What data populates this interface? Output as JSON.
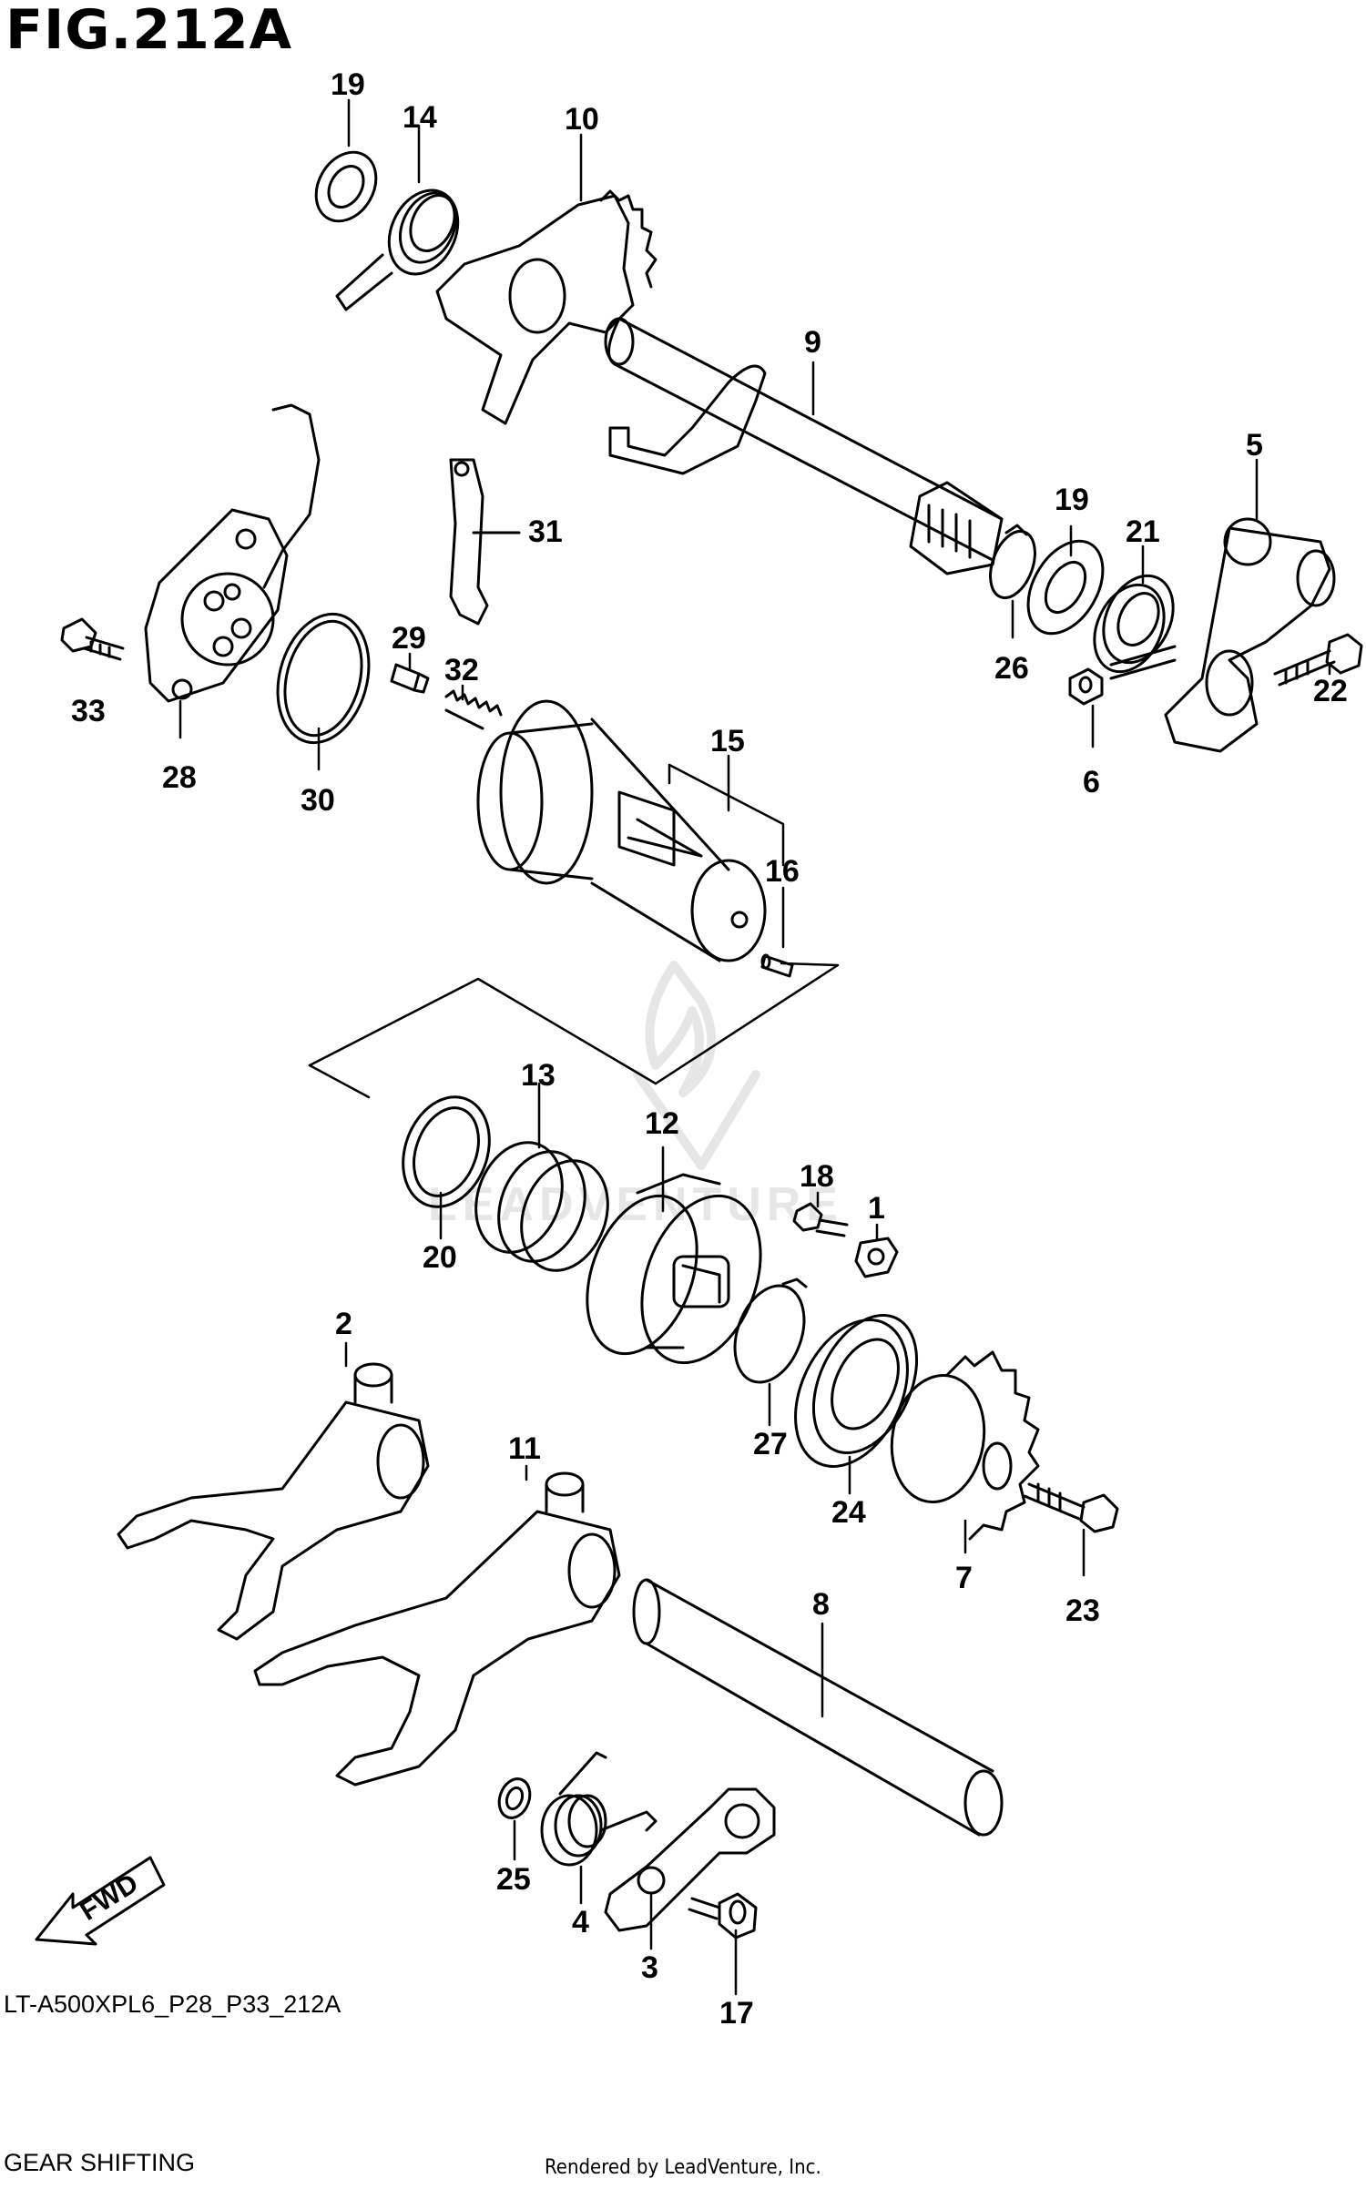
{
  "figure": {
    "title": "FIG.212A"
  },
  "footer": {
    "model_code": "LT-A500XPL6_P28_P33_212A",
    "section_name": "GEAR SHIFTING",
    "credit": "Rendered by LeadVenture, Inc."
  },
  "watermark": "LEADVENTURE",
  "fwd_label": "FWD",
  "callouts": [
    "19",
    "14",
    "10",
    "9",
    "31",
    "5",
    "19",
    "21",
    "33",
    "28",
    "30",
    "29",
    "32",
    "26",
    "6",
    "22",
    "15",
    "16",
    "13",
    "12",
    "18",
    "1",
    "20",
    "2",
    "11",
    "27",
    "24",
    "7",
    "23",
    "8",
    "25",
    "4",
    "3",
    "17"
  ],
  "colors": {
    "ink": "#000000",
    "background": "#ffffff",
    "watermark": "#e6e6e6"
  }
}
